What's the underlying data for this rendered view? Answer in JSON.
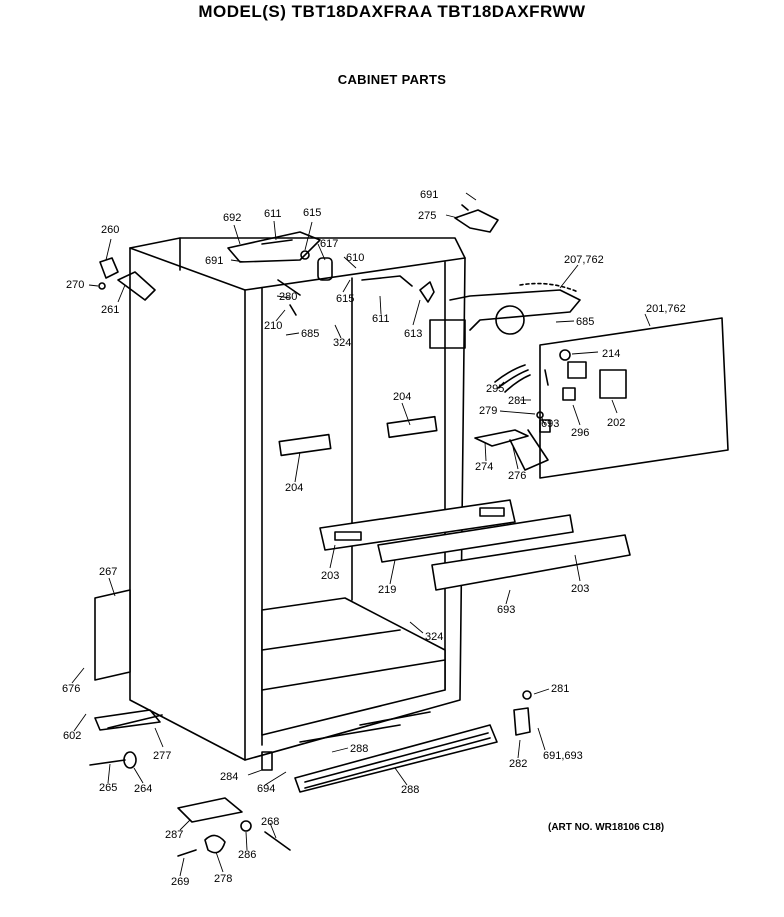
{
  "header": {
    "title": "MODEL(S) TBT18DAXFRAA  TBT18DAXFRWW",
    "subtitle": "CABINET PARTS"
  },
  "art_number": "(ART NO. WR18106 C18)",
  "part_labels": [
    "691",
    "275",
    "207,762",
    "201,762",
    "685",
    "214",
    "260",
    "270",
    "261",
    "692",
    "611",
    "615",
    "617",
    "691",
    "610",
    "280",
    "210",
    "685",
    "615",
    "611",
    "613",
    "324",
    "295",
    "281",
    "279",
    "693",
    "296",
    "202",
    "274",
    "276",
    "204",
    "204",
    "203",
    "219",
    "203",
    "693",
    "324",
    "267",
    "676",
    "602",
    "277",
    "281",
    "288",
    "284",
    "694",
    "265",
    "264",
    "288",
    "282",
    "691,693",
    "287",
    "268",
    "286",
    "269",
    "278"
  ]
}
